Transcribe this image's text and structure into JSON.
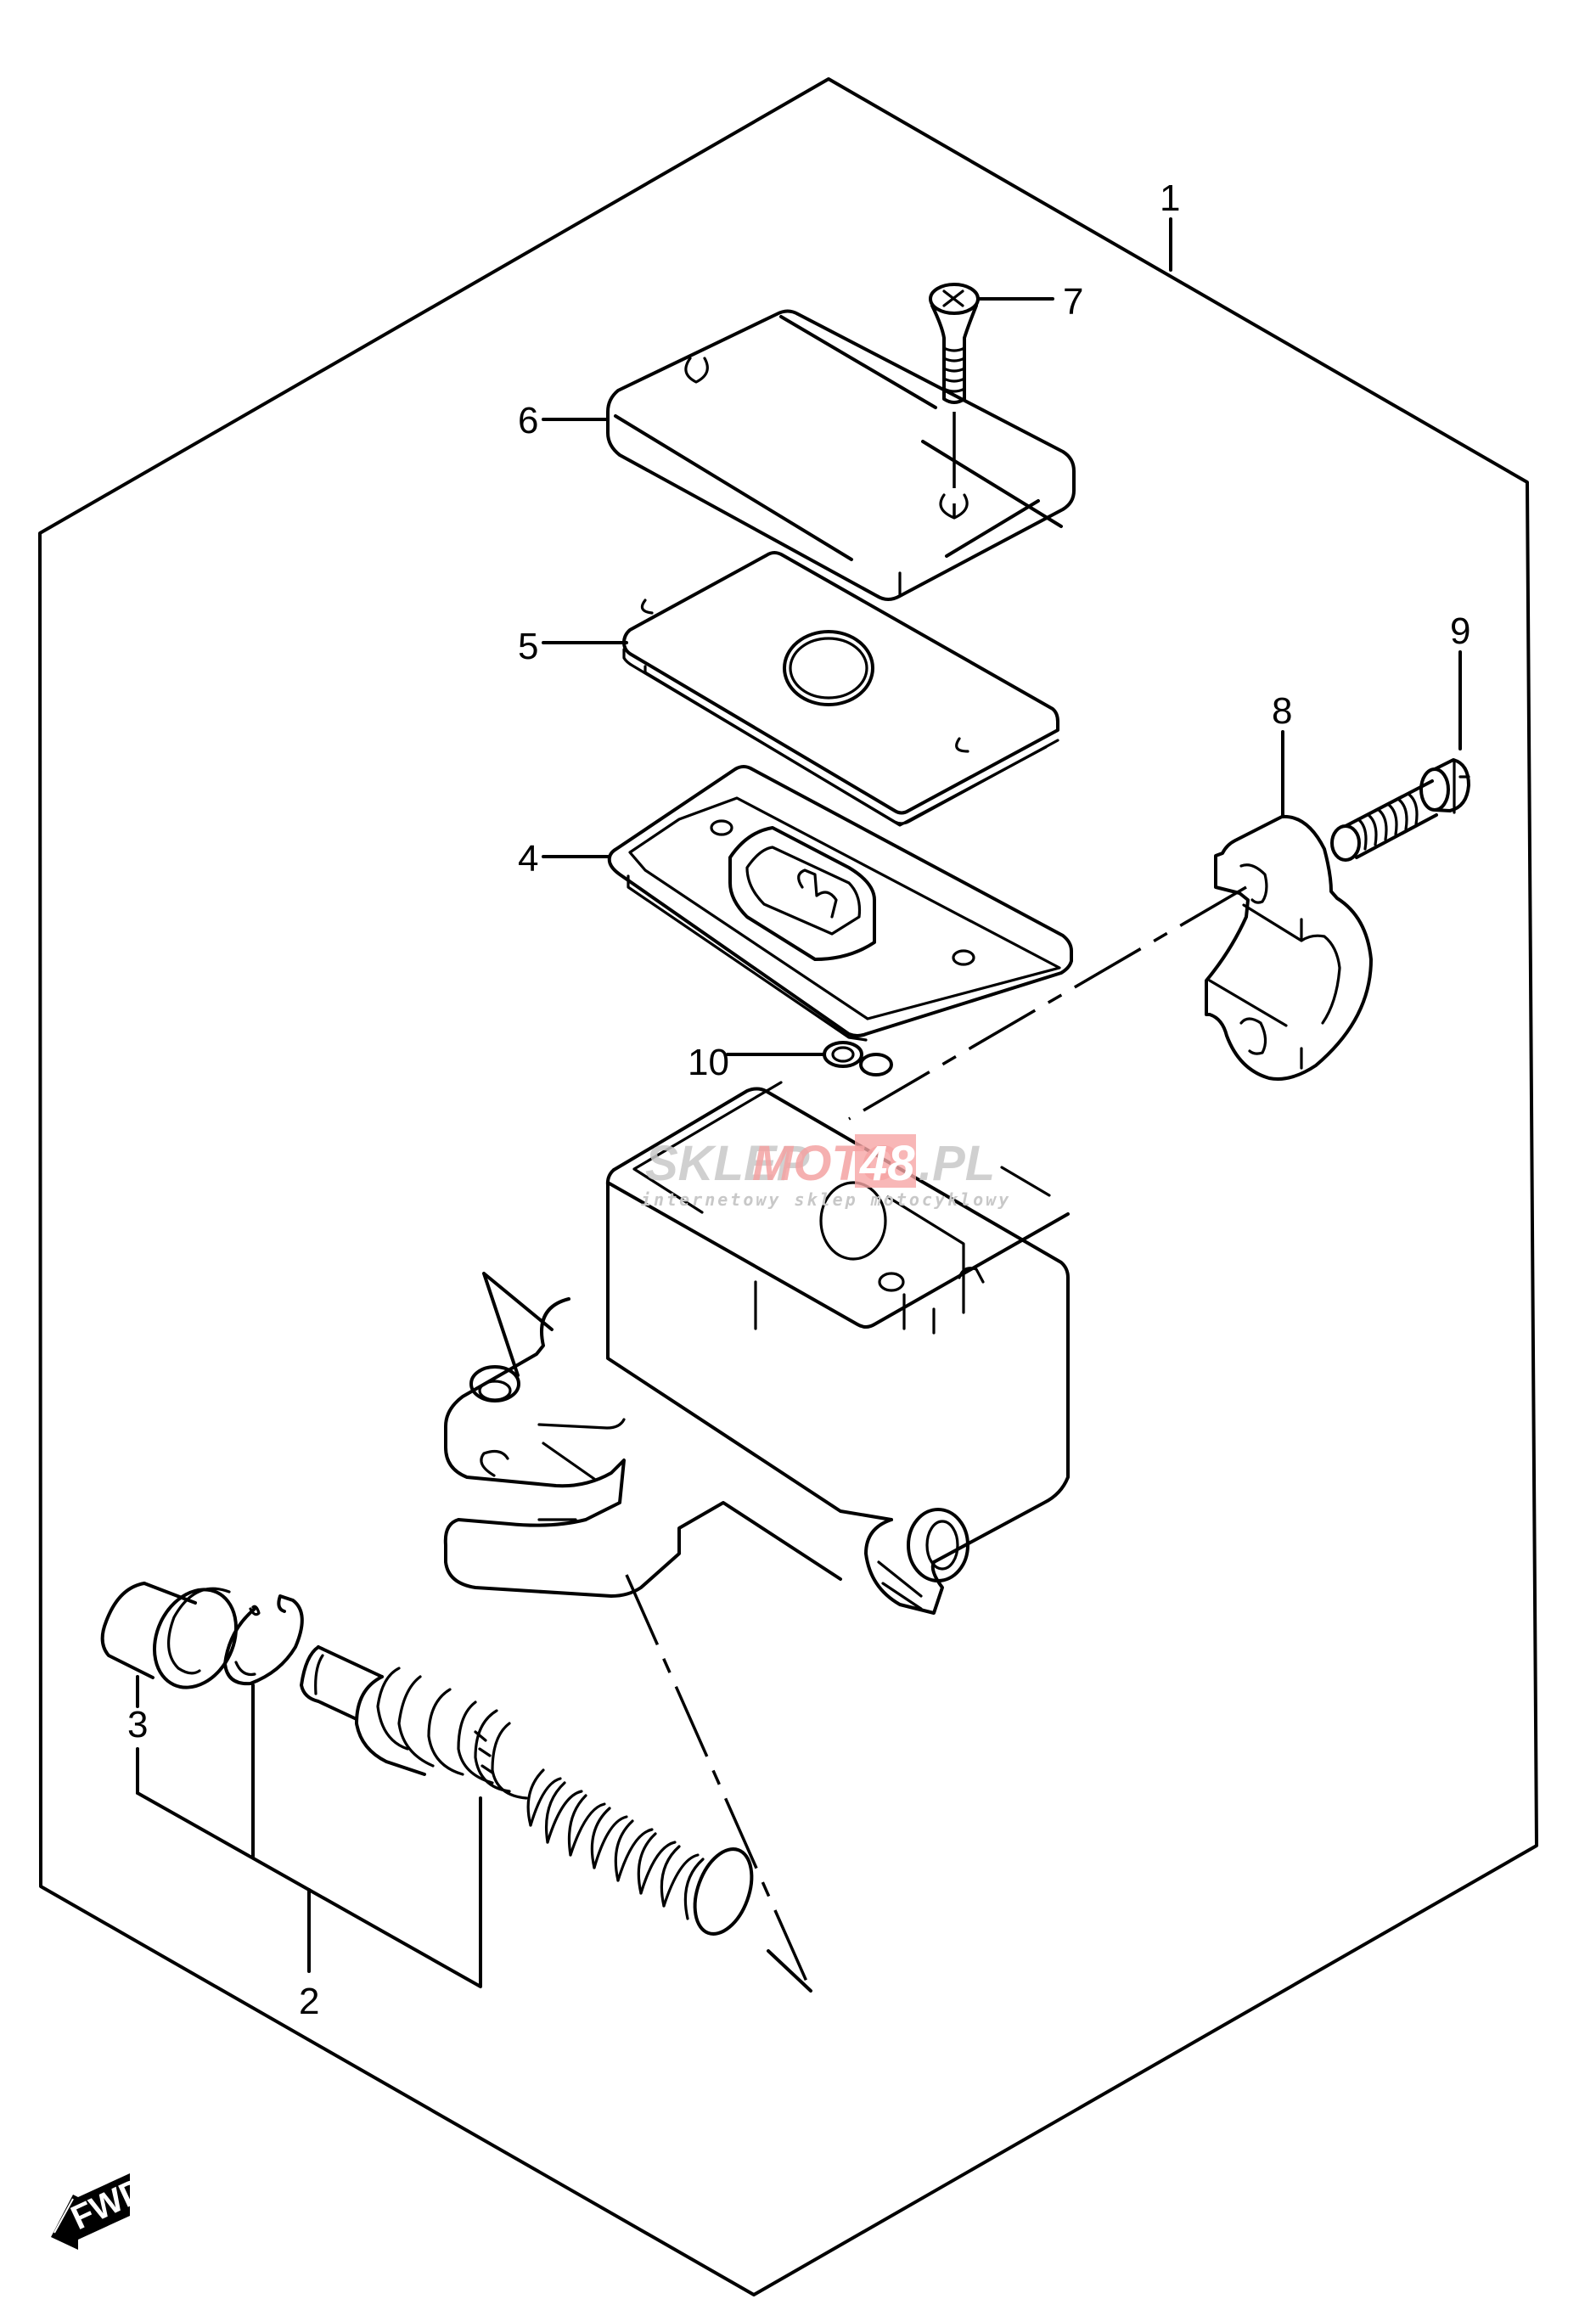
{
  "diagram": {
    "title": "Clutch master cylinder exploded parts diagram",
    "direction_marker": {
      "icon": "fwd-arrow-icon",
      "label": "FWD"
    },
    "watermark": {
      "brand_gray_1": "SKLEP",
      "brand_red": "MOTO",
      "brand_box": "48",
      "brand_gray_2": ".PL",
      "tagline": "internetowy sklep motocyklowy",
      "accent_color": "#f4a3a3"
    },
    "callouts": [
      {
        "number": "1",
        "part": "master cylinder assembly"
      },
      {
        "number": "2",
        "part": "piston set"
      },
      {
        "number": "3",
        "part": "boot / dust cover"
      },
      {
        "number": "4",
        "part": "reservoir diaphragm"
      },
      {
        "number": "5",
        "part": "diaphragm plate"
      },
      {
        "number": "6",
        "part": "reservoir cap"
      },
      {
        "number": "7",
        "part": "cap screw"
      },
      {
        "number": "8",
        "part": "master cylinder holder"
      },
      {
        "number": "9",
        "part": "holder bolt"
      },
      {
        "number": "10",
        "part": "reservoir float / ring"
      }
    ]
  }
}
